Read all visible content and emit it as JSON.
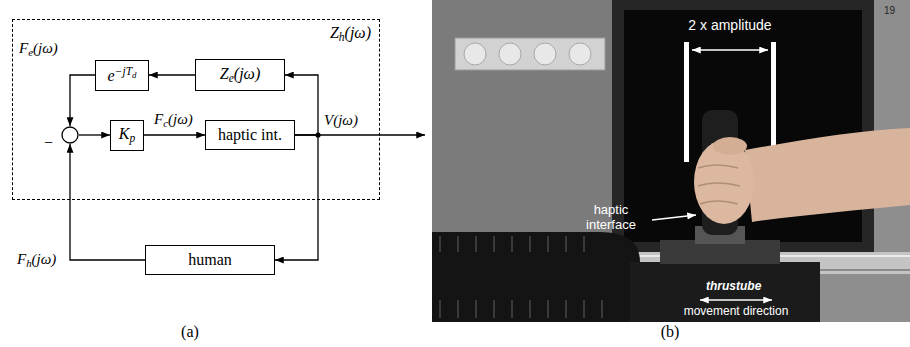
{
  "diagram": {
    "nodes": [
      {
        "text": [
          "Zh(jω)"
        ]
      },
      {
        "text": [
          "e−jTd"
        ],
        "in": 0
      },
      {
        "text": [
          "Ze(jω)"
        ],
        "in": 0
      },
      {
        "text": [
          "−"
        ],
        "in": 0
      },
      {
        "text": [
          "Kp"
        ],
        "in": 0
      },
      {
        "text": [
          "haptic int."
        ],
        "in": 0
      },
      {
        "text": [
          "human"
        ]
      }
    ],
    "edges": [
      {
        "from": 2,
        "to": 1,
        "arrow": "to"
      },
      {
        "from": 1,
        "to": 3,
        "arrow": "to",
        "label": "Fe(jω)"
      },
      {
        "from": 3,
        "to": 4,
        "arrow": "to"
      },
      {
        "from": 4,
        "to": 5,
        "arrow": "to",
        "label": "Fc(jω)"
      },
      {
        "from": 5,
        "to": 2,
        "arrow": "to"
      },
      {
        "from": 5,
        "to": 6,
        "arrow": "to"
      },
      {
        "from": 6,
        "to": 3,
        "arrow": "to",
        "label": "Fh(jω)"
      }
    ],
    "labels": [
      "V(jω)",
      "(a)",
      "2 x amplitude",
      "haptic interface",
      "thrustube",
      "movement direction",
      "19",
      "(b)"
    ]
  }
}
